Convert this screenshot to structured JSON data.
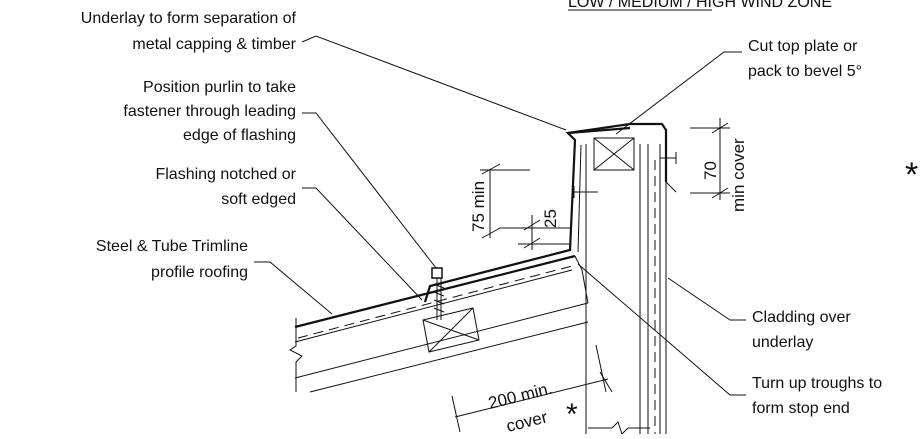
{
  "title": "LOW / MEDIUM / HIGH WIND ZONE",
  "labels": {
    "underlay_l1": "Underlay to form separation of",
    "underlay_l2": "metal capping & timber",
    "purlin_l1": "Position purlin to take",
    "purlin_l2": "fastener through leading",
    "purlin_l3": "edge of flashing",
    "notched_l1": "Flashing notched or",
    "notched_l2": "soft edged",
    "roofing_l1": "Steel & Tube Trimline",
    "roofing_l2": "profile roofing",
    "cuttop_l1": "Cut top plate or",
    "cuttop_l2": "pack to bevel 5°",
    "cladding_l1": "Cladding over",
    "cladding_l2": "underlay",
    "troughs_l1": "Turn up troughs to",
    "troughs_l2": "form stop end"
  },
  "dimensions": {
    "d75": "75 min",
    "d25": "25",
    "d70": "70",
    "d70b": "min cover",
    "d200": "200 min.",
    "d200b": "cover"
  },
  "asterisk": "*"
}
